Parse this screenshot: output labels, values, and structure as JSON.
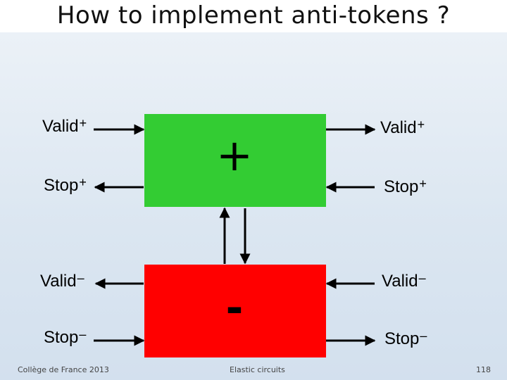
{
  "slide": {
    "title": "How to implement anti-tokens ?",
    "footer": {
      "left": "Collège de France 2013",
      "center": "Elastic circuits",
      "page_number": "118"
    }
  },
  "plus_block": {
    "symbol": "+",
    "color": "#33cc33",
    "left_labels": [
      {
        "base": "Valid",
        "sup": "+"
      },
      {
        "base": "Stop",
        "sup": "+"
      }
    ],
    "right_labels": [
      {
        "base": "Valid",
        "sup": "+"
      },
      {
        "base": "Stop",
        "sup": "+"
      }
    ]
  },
  "minus_block": {
    "symbol": "-",
    "color": "#ff0000",
    "left_labels": [
      {
        "base": "Valid",
        "sup": "–"
      },
      {
        "base": "Stop",
        "sup": "–"
      }
    ],
    "right_labels": [
      {
        "base": "Valid",
        "sup": "–"
      },
      {
        "base": "Stop",
        "sup": "–"
      }
    ]
  }
}
